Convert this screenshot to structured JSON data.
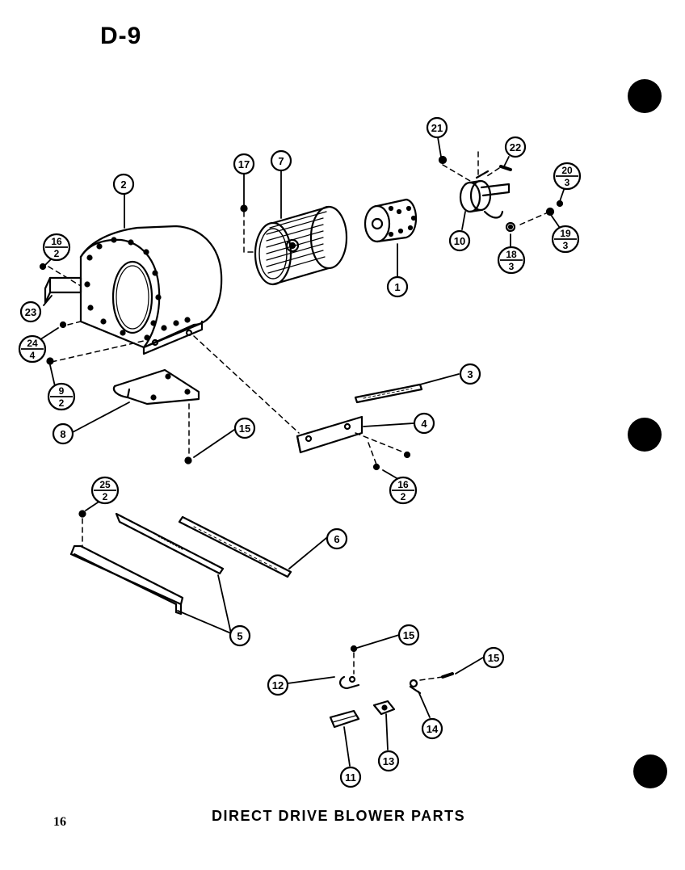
{
  "page_label": "D-9",
  "page_number": "16",
  "title": "DIRECT DRIVE BLOWER PARTS",
  "callouts": [
    {
      "id": "c2",
      "label": "2"
    },
    {
      "id": "c17",
      "label": "17"
    },
    {
      "id": "c7",
      "label": "7"
    },
    {
      "id": "c21",
      "label": "21"
    },
    {
      "id": "c22",
      "label": "22"
    },
    {
      "id": "c1",
      "label": "1"
    },
    {
      "id": "c10",
      "label": "10"
    },
    {
      "id": "c23",
      "label": "23"
    },
    {
      "id": "c3",
      "label": "3"
    },
    {
      "id": "c8",
      "label": "8"
    },
    {
      "id": "c15a",
      "label": "15"
    },
    {
      "id": "c4",
      "label": "4"
    },
    {
      "id": "c6",
      "label": "6"
    },
    {
      "id": "c5",
      "label": "5"
    },
    {
      "id": "c15b",
      "label": "15"
    },
    {
      "id": "c12",
      "label": "12"
    },
    {
      "id": "c15c",
      "label": "15"
    },
    {
      "id": "c14",
      "label": "14"
    },
    {
      "id": "c11",
      "label": "11"
    },
    {
      "id": "c13",
      "label": "13"
    }
  ],
  "fraction_callouts": [
    {
      "id": "f20_3",
      "top": "20",
      "bottom": "3"
    },
    {
      "id": "f19_3",
      "top": "19",
      "bottom": "3"
    },
    {
      "id": "f18_3",
      "top": "18",
      "bottom": "3"
    },
    {
      "id": "f16_2a",
      "top": "16",
      "bottom": "2"
    },
    {
      "id": "f24_4",
      "top": "24",
      "bottom": "4"
    },
    {
      "id": "f9_2",
      "top": "9",
      "bottom": "2"
    },
    {
      "id": "f16_2b",
      "top": "16",
      "bottom": "2"
    },
    {
      "id": "f25_2",
      "top": "25",
      "bottom": "2"
    }
  ]
}
